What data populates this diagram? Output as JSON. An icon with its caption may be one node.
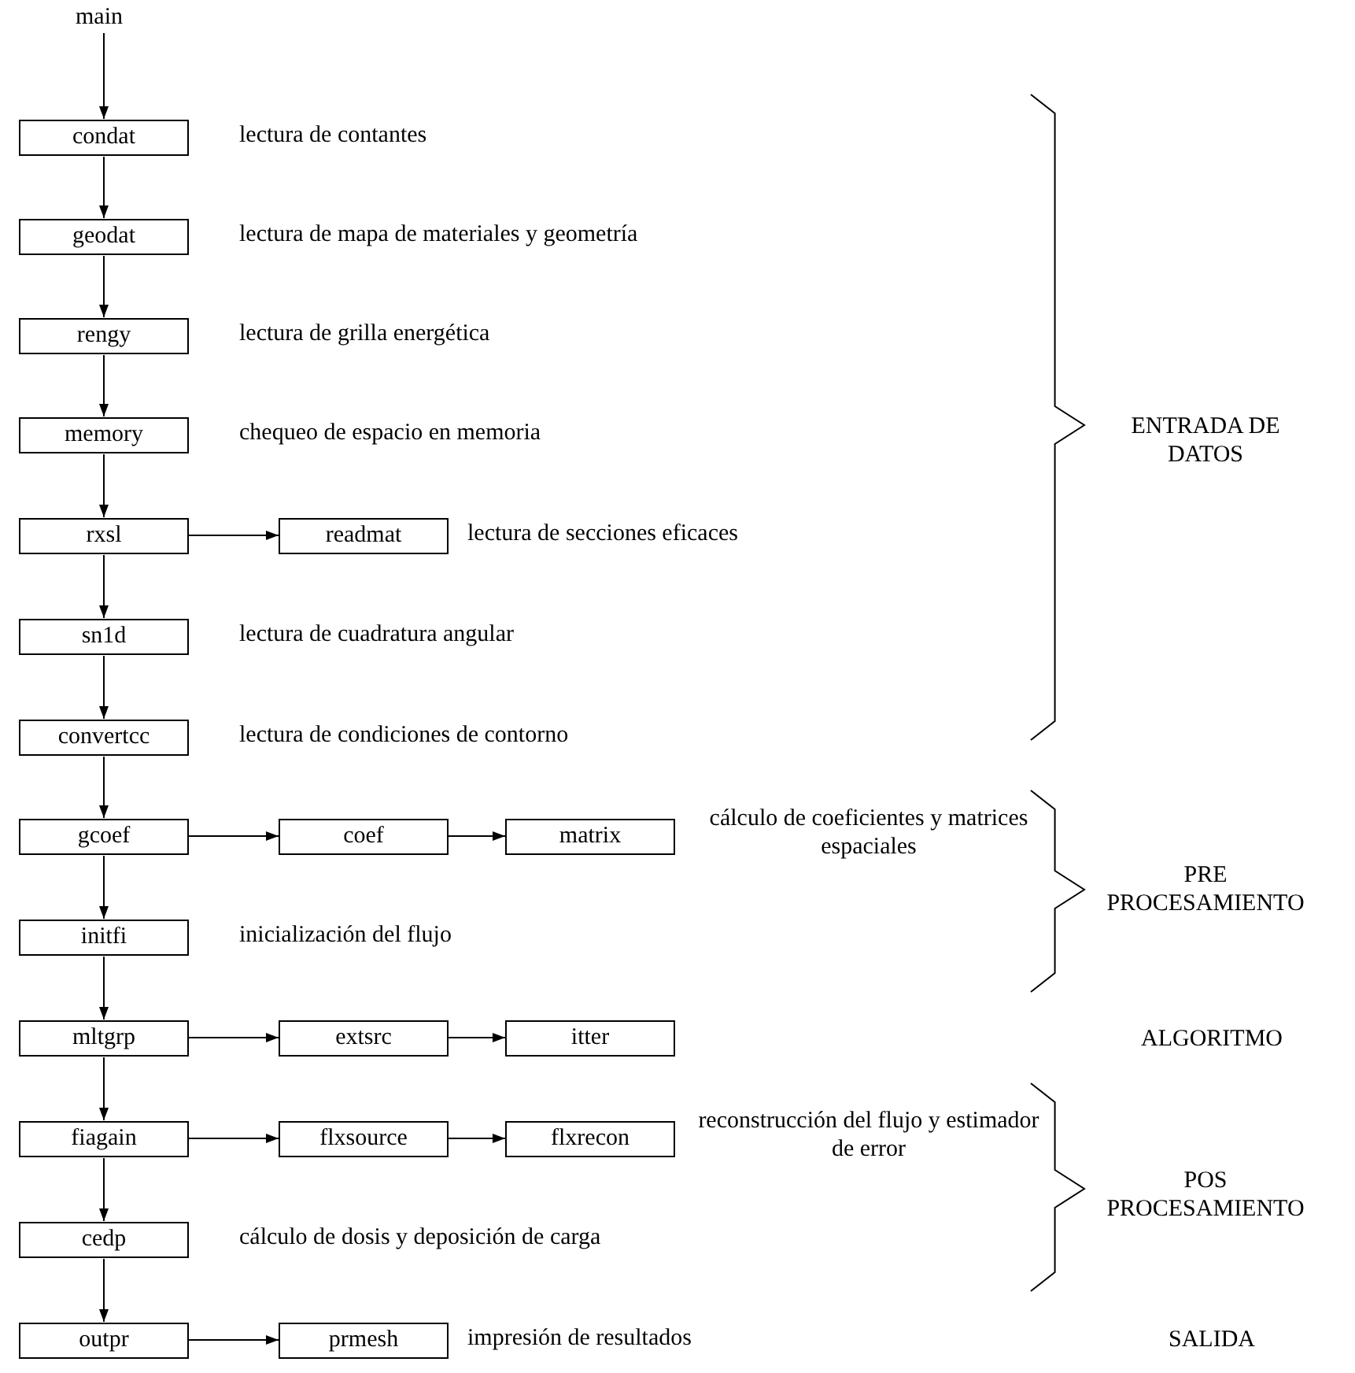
{
  "diagram": {
    "nodes": [
      {
        "text": [
          "main"
        ]
      },
      {
        "text": [
          "condat"
        ],
        "beside": [
          "lectura de contantes"
        ]
      },
      {
        "text": [
          "geodat"
        ],
        "beside": [
          "lectura de mapa de materiales y geometría"
        ]
      },
      {
        "text": [
          "rengy"
        ],
        "beside": [
          "lectura de grilla energética"
        ]
      },
      {
        "text": [
          "memory"
        ],
        "beside": [
          "chequeo de espacio en memoria"
        ]
      },
      {
        "text": [
          "rxsl"
        ]
      },
      {
        "text": [
          "readmat"
        ],
        "beside": [
          "lectura de secciones eficaces"
        ]
      },
      {
        "text": [
          "sn1d"
        ],
        "beside": [
          "lectura de cuadratura angular"
        ]
      },
      {
        "text": [
          "convertcc"
        ],
        "beside": [
          "lectura de condiciones de contorno"
        ]
      },
      {
        "text": [
          "gcoef"
        ]
      },
      {
        "text": [
          "coef"
        ]
      },
      {
        "text": [
          "matrix"
        ],
        "beside": [
          "cálculo de coeficientes y matrices espaciales"
        ]
      },
      {
        "text": [
          "initfi"
        ],
        "beside": [
          "inicialización del flujo"
        ]
      },
      {
        "text": [
          "mltgrp"
        ]
      },
      {
        "text": [
          "extsrc"
        ]
      },
      {
        "text": [
          "itter"
        ]
      },
      {
        "text": [
          "fiagain"
        ]
      },
      {
        "text": [
          "flxsource"
        ]
      },
      {
        "text": [
          "flxrecon"
        ],
        "beside": [
          "reconstrucción del flujo y estimador de error"
        ]
      },
      {
        "text": [
          "cedp"
        ],
        "beside": [
          "cálculo de dosis y deposición de carga"
        ]
      },
      {
        "text": [
          "outpr"
        ]
      },
      {
        "text": [
          "prmesh"
        ],
        "beside": [
          "impresión de resultados"
        ]
      }
    ],
    "edges": [
      {
        "from": 0,
        "to": 1,
        "arrow": "to"
      },
      {
        "from": 1,
        "to": 2,
        "arrow": "to"
      },
      {
        "from": 2,
        "to": 3,
        "arrow": "to"
      },
      {
        "from": 3,
        "to": 4,
        "arrow": "to"
      },
      {
        "from": 4,
        "to": 5,
        "arrow": "to"
      },
      {
        "from": 5,
        "to": 6,
        "arrow": "to"
      },
      {
        "from": 5,
        "to": 7,
        "arrow": "to"
      },
      {
        "from": 7,
        "to": 8,
        "arrow": "to"
      },
      {
        "from": 8,
        "to": 9,
        "arrow": "to"
      },
      {
        "from": 9,
        "to": 10,
        "arrow": "to"
      },
      {
        "from": 10,
        "to": 11,
        "arrow": "to"
      },
      {
        "from": 9,
        "to": 12,
        "arrow": "to"
      },
      {
        "from": 12,
        "to": 13,
        "arrow": "to"
      },
      {
        "from": 13,
        "to": 14,
        "arrow": "to"
      },
      {
        "from": 14,
        "to": 15,
        "arrow": "to"
      },
      {
        "from": 13,
        "to": 16,
        "arrow": "to"
      },
      {
        "from": 16,
        "to": 17,
        "arrow": "to"
      },
      {
        "from": 17,
        "to": 18,
        "arrow": "to"
      },
      {
        "from": 16,
        "to": 19,
        "arrow": "to"
      },
      {
        "from": 19,
        "to": 20,
        "arrow": "to"
      },
      {
        "from": 20,
        "to": 21,
        "arrow": "to"
      }
    ],
    "labels": [
      "ENTRADA DE DATOS",
      "PRE PROCESAMIENTO",
      "ALGORITMO",
      "POS PROCESAMIENTO",
      "SALIDA"
    ]
  }
}
